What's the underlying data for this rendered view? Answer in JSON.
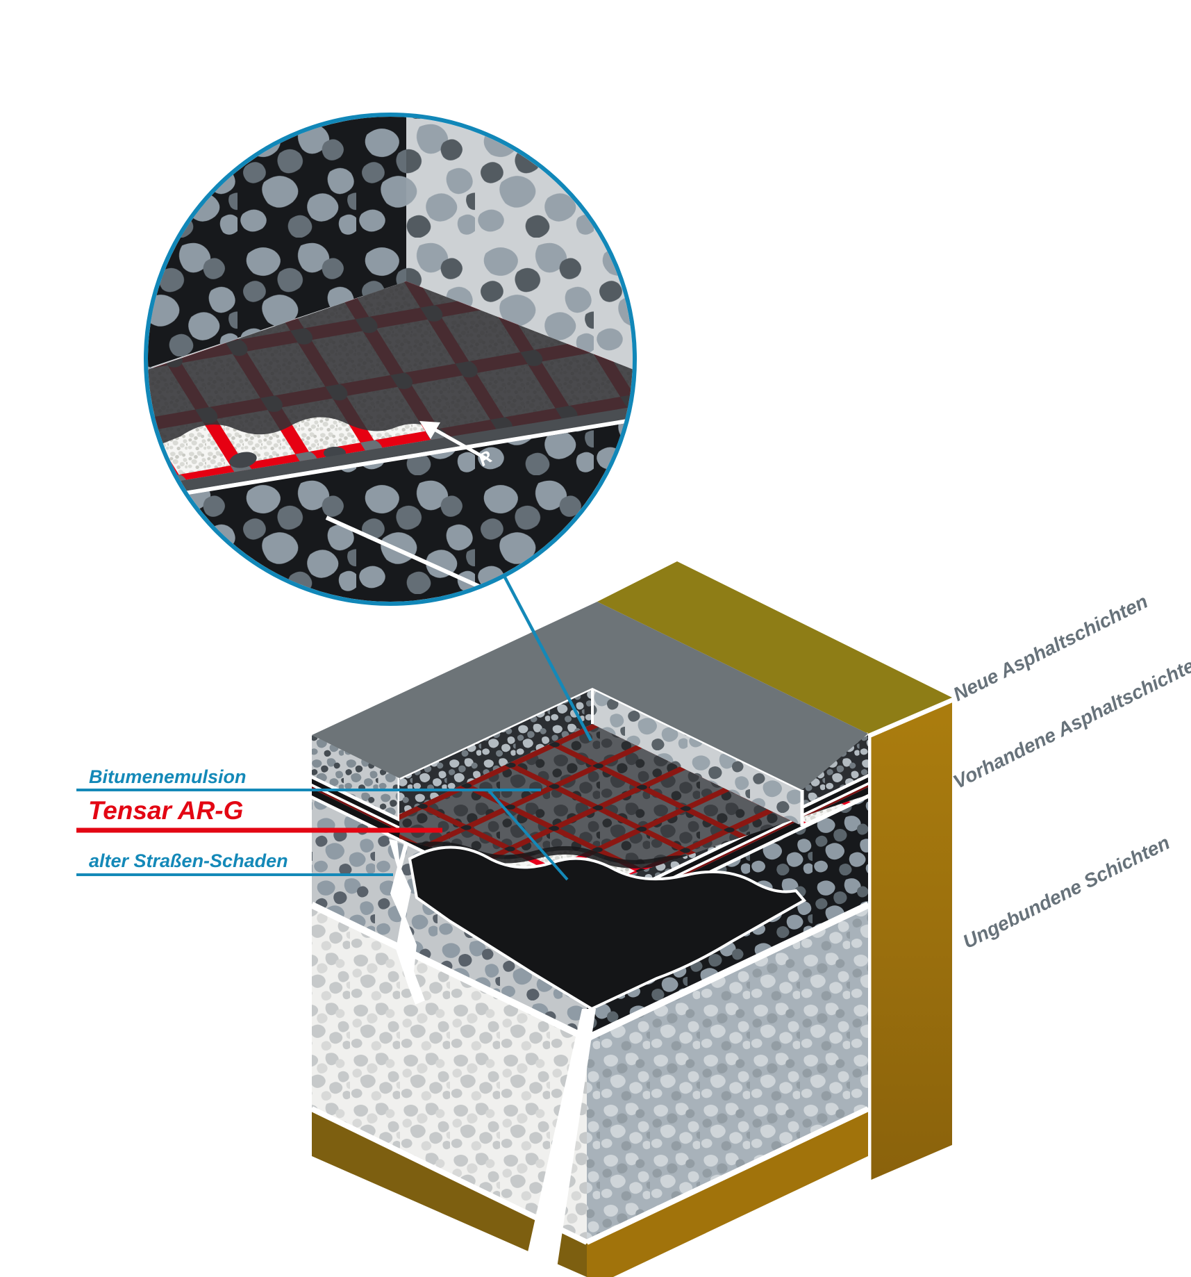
{
  "labels": {
    "bitumenemulsion": "Bitumenemulsion",
    "tensar_product": "Tensar AR-G",
    "alter_strassen_schaden": "alter Straßen-Schaden",
    "neue_asphaltschichten": "Neue Asphaltschichten",
    "vorhandene_asphaltschichten": "Vorhandene Asphaltschichten",
    "ungebundene_schichten": "Ungebundene Schichten"
  },
  "inset": {
    "magnifier_label": "R"
  },
  "colors": {
    "accent_cyan": "#1489b8",
    "accent_red": "#e30613",
    "grid_red": "#e8001c",
    "grid_red_shaded": "#8c1712",
    "new_asphalt_gray": "#6d7478",
    "soil_olive_top": "#8e7d16",
    "soil_amber_side": "#a5760c",
    "subsoil_brown": "#7d5f10",
    "layer_label_gray": "#67727a",
    "inset_ring_blue": "#1187b8",
    "bitumen_black": "#141517"
  }
}
